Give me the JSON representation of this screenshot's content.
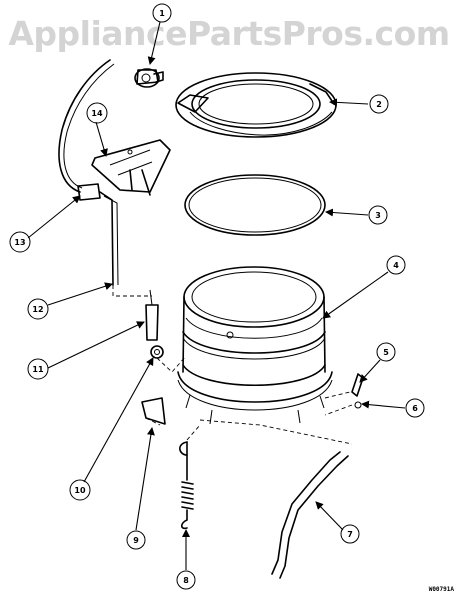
{
  "watermark": "AppliancePartsPros.com",
  "drawing_code": "W00791A",
  "callouts": [
    "1",
    "2",
    "3",
    "4",
    "5",
    "6",
    "7",
    "8",
    "9",
    "10",
    "11",
    "12",
    "13",
    "14"
  ],
  "colors": {
    "ink": "#000000",
    "watermark": "#d4d4d4",
    "background": "#ffffff"
  }
}
